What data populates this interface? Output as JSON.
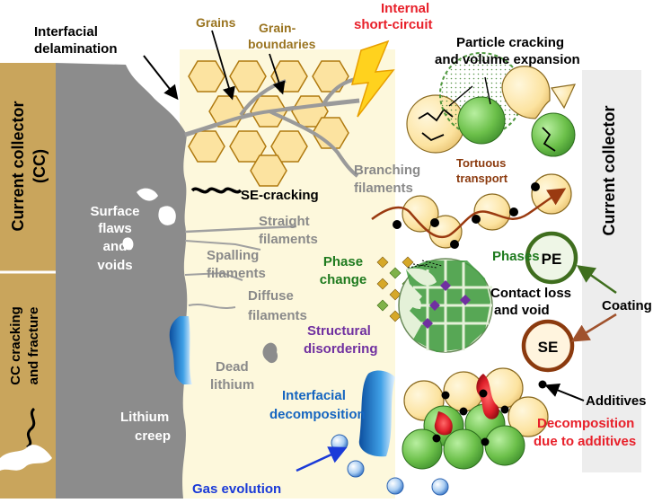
{
  "left_collector": {
    "label_line1": "Current collector",
    "label_line2": "(CC)",
    "cracking_line1": "CC cracking",
    "cracking_line2": "and fracture"
  },
  "right_collector": {
    "label": "Current collector"
  },
  "labels": {
    "interfacial_delamination_1": "Interfacial",
    "interfacial_delamination_2": "delamination",
    "grains": "Grains",
    "grain_boundaries_1": "Grain-",
    "grain_boundaries_2": "boundaries",
    "short_circuit_1": "Internal",
    "short_circuit_2": "short-circuit",
    "particle_cracking_1": "Particle cracking",
    "particle_cracking_2": "and volume expansion",
    "tortuous_1": "Tortuous",
    "tortuous_2": "transport",
    "branching_1": "Branching",
    "branching_2": "filaments",
    "se_cracking": "SE-cracking",
    "surface_flaws_1": "Surface",
    "surface_flaws_2": "flaws",
    "surface_flaws_3": "and",
    "surface_flaws_4": "voids",
    "straight_1": "Straight",
    "straight_2": "filaments",
    "spalling_1": "Spalling",
    "spalling_2": "filaments",
    "diffuse_1": "Diffuse",
    "diffuse_2": "filaments",
    "phase_change_1": "Phase",
    "phase_change_2": "change",
    "phases": "Phases",
    "contact_loss_1": "Contact loss",
    "contact_loss_2": "and void",
    "coating": "Coating",
    "pe": "PE",
    "se": "SE",
    "structural_1": "Structural",
    "structural_2": "disordering",
    "dead_lithium_1": "Dead",
    "dead_lithium_2": "lithium",
    "interfacial_decomp_1": "Interfacial",
    "interfacial_decomp_2": "decomposition",
    "lithium_creep_1": "Lithium",
    "lithium_creep_2": "creep",
    "additives": "Additives",
    "decomp_additives_1": "Decomposition",
    "decomp_additives_2": "due to additives",
    "gas_evolution": "Gas evolution"
  },
  "colors": {
    "collector_gold": "#C9A55C",
    "lithium_gray": "#8C8C8C",
    "electrolyte_cream": "#FDF8DC",
    "grain_fill": "#FCE3A0",
    "grain_stroke": "#B07A10",
    "green_particle": "#6CC04A",
    "red_text": "#E8202A",
    "blue_text": "#1565C0",
    "green_text": "#1E7A1E",
    "purple_text": "#7030A0",
    "brown_text": "#8B3A0E",
    "grain_text": "#9A7420",
    "gray_text": "#8A8A8A",
    "right_panel": "#EDEDED"
  }
}
